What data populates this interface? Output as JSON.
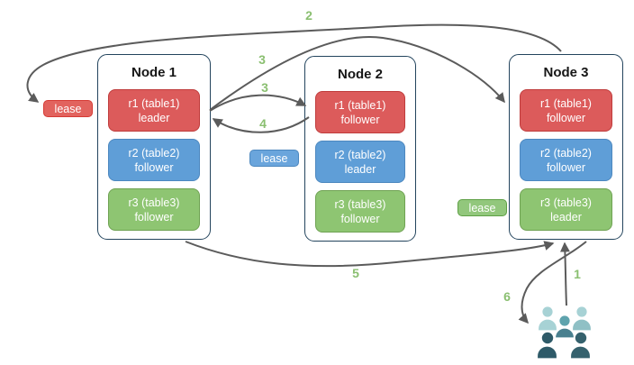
{
  "nodes": [
    {
      "title": "Node 1",
      "replicas": [
        {
          "name": "r1 (table1)",
          "role": "leader",
          "color": "#dc5b5b"
        },
        {
          "name": "r2 (table2)",
          "role": "follower",
          "color": "#5f9ed7"
        },
        {
          "name": "r3 (table3)",
          "role": "follower",
          "color": "#8ec572"
        }
      ]
    },
    {
      "title": "Node 2",
      "replicas": [
        {
          "name": "r1 (table1)",
          "role": "follower",
          "color": "#dc5b5b"
        },
        {
          "name": "r2 (table2)",
          "role": "leader",
          "color": "#5f9ed7"
        },
        {
          "name": "r3 (table3)",
          "role": "follower",
          "color": "#8ec572"
        }
      ]
    },
    {
      "title": "Node 3",
      "replicas": [
        {
          "name": "r1 (table1)",
          "role": "follower",
          "color": "#dc5b5b"
        },
        {
          "name": "r2 (table2)",
          "role": "follower",
          "color": "#5f9ed7"
        },
        {
          "name": "r3 (table3)",
          "role": "leader",
          "color": "#8ec572"
        }
      ]
    }
  ],
  "leases": {
    "red": {
      "label": "lease",
      "fill": "#e2635e",
      "border": "#d63b35"
    },
    "blue": {
      "label": "lease",
      "fill": "#6aa5dc",
      "border": "#4d88bf"
    },
    "green": {
      "label": "lease",
      "fill": "#92c77c",
      "border": "#5fa046"
    }
  },
  "arrow_labels": {
    "step1": "1",
    "step2": "2",
    "step3a": "3",
    "step3b": "3",
    "step4": "4",
    "step5": "5",
    "step6": "6"
  },
  "colors": {
    "arrow": "#5b5b5b",
    "step_label": "#8abf70",
    "node_border": "#23445d",
    "people_light": "#a7d2d5",
    "people_teal": "#8fc0c5",
    "people_mid_head": "#5ea3ad",
    "people_mid_body": "#49808f",
    "people_dark": "#2e5a68"
  },
  "icons": {
    "users_group": "users-group-icon"
  }
}
